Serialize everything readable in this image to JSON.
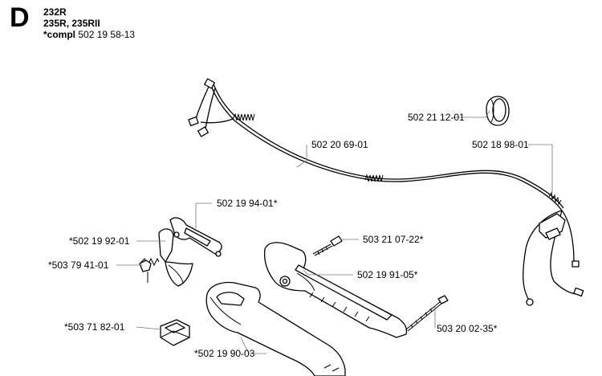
{
  "header": {
    "section": "D",
    "model_line_1": "232R",
    "model_line_2": "235R, 235RII",
    "compl_prefix": "*compl",
    "compl_number": "502 19 58-13"
  },
  "parts": {
    "bushing": "502 21 12-01",
    "throttle_cable": "502 20 69-01",
    "stop_switch_wire": "502 18 98-01",
    "throttle_trigger": "502 19 94-01*",
    "throttle_lockout": "*502 19 92-01",
    "trigger_spring": "*503 79 41-01",
    "handle_screw": "503 21 07-22*",
    "handle_half_upper": "502 19 91-05*",
    "stop_switch": "*503 71 82-01",
    "handle_screw_long": "503 20 02-35*",
    "handle_half_lower": "*502 19 90-03"
  }
}
